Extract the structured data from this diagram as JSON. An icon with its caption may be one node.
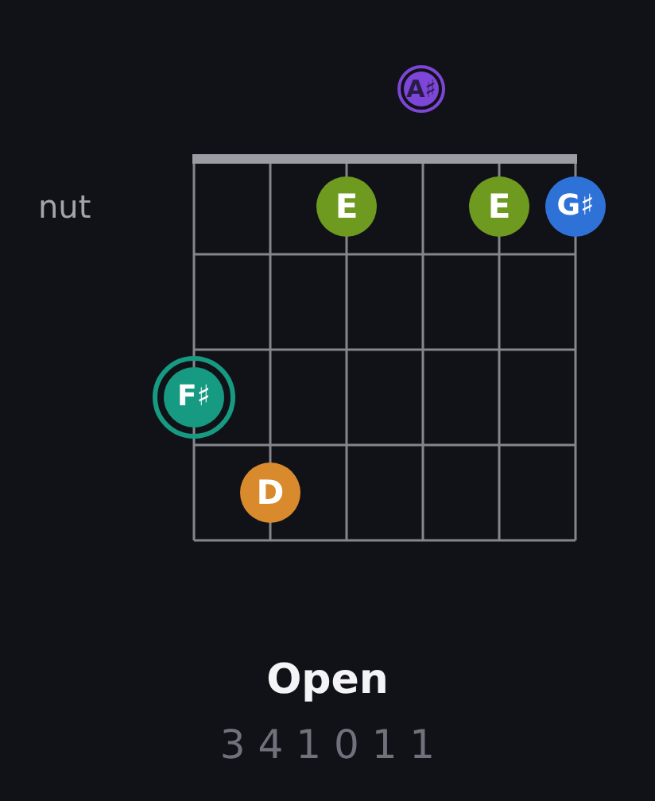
{
  "diagram": {
    "title": "Open",
    "nodes": [
      {
        "text": [
          "A♯"
        ]
      },
      {
        "text": [
          "E"
        ]
      },
      {
        "text": [
          "E"
        ]
      },
      {
        "text": [
          "G♯"
        ]
      },
      {
        "text": [
          "F♯"
        ]
      },
      {
        "text": [
          "D"
        ]
      }
    ],
    "labels": [
      "nut",
      "3 4 1 0 1 1"
    ]
  }
}
